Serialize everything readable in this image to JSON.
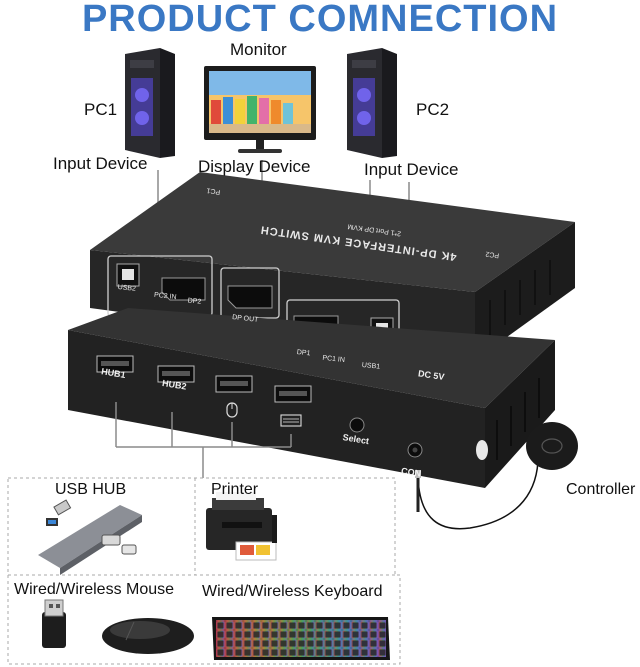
{
  "title": "PRODUCT COMNECTION",
  "labels": {
    "monitor": "Monitor",
    "pc1": "PC1",
    "pc2": "PC2",
    "input_device_left": "Input Device",
    "display_device": "Display Device",
    "input_device_right": "Input Device",
    "usb_hub": "USB HUB",
    "printer": "Printer",
    "mouse": "Wired/Wireless Mouse",
    "keyboard": "Wired/Wireless Keyboard",
    "controller": "Controller"
  },
  "switch_top": {
    "name": "4K DP-INTERFACE KVM SWITCH",
    "subtitle": "2*1 Port DP KVM",
    "pc1_mark": "PC1",
    "pc2_mark": "PC2",
    "ports": {
      "usb2": "USB2",
      "pc2_in": "PC2 IN",
      "dp2": "DP2",
      "dp_out": "DP OUT",
      "dp1": "DP1",
      "pc1_in": "PC1 IN",
      "usb1": "USB1",
      "dc": "DC 5V"
    }
  },
  "switch_front": {
    "hub1": "HUB1",
    "hub2": "HUB2",
    "select": "Select",
    "con": "CON"
  },
  "colors": {
    "title": "#3a78c4",
    "device_body": "#2b2b2b",
    "panel_outline": "#cfcfcf",
    "line": "#8a8a8a"
  },
  "icons": [
    "pc-tower-icon",
    "monitor-icon",
    "mouse-port-icon",
    "keyboard-port-icon",
    "usb-hub-icon",
    "printer-icon",
    "mouse-icon",
    "usb-dongle-icon",
    "keyboard-icon",
    "controller-icon"
  ]
}
